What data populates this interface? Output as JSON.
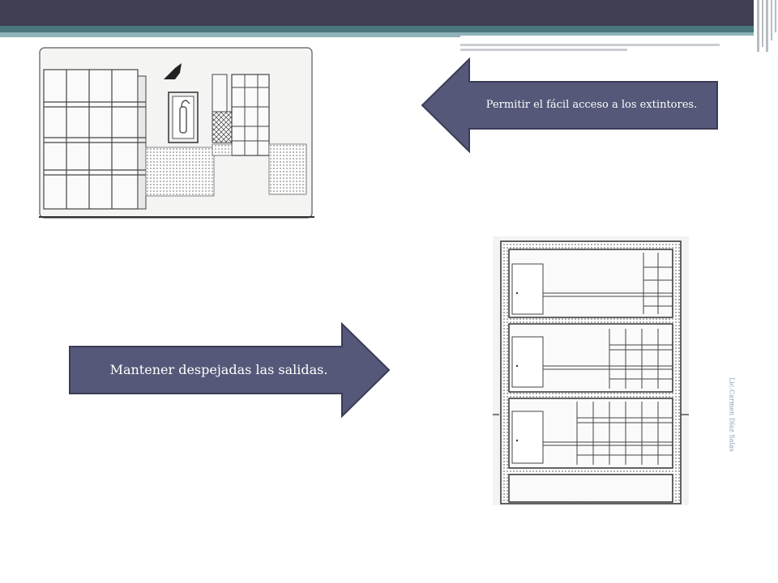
{
  "slide": {
    "arrow_top_text": "Permitir el fácil acceso a los extintores.",
    "arrow_bottom_text": "Mantener despejadas las salidas.",
    "footer": "Lic.Carmen Díaz Salas"
  },
  "colors": {
    "arrow_fill": "#555878",
    "arrow_stroke": "#3a3c57",
    "title_bar": "#3f3e52",
    "accent_teal": "#49767e"
  }
}
